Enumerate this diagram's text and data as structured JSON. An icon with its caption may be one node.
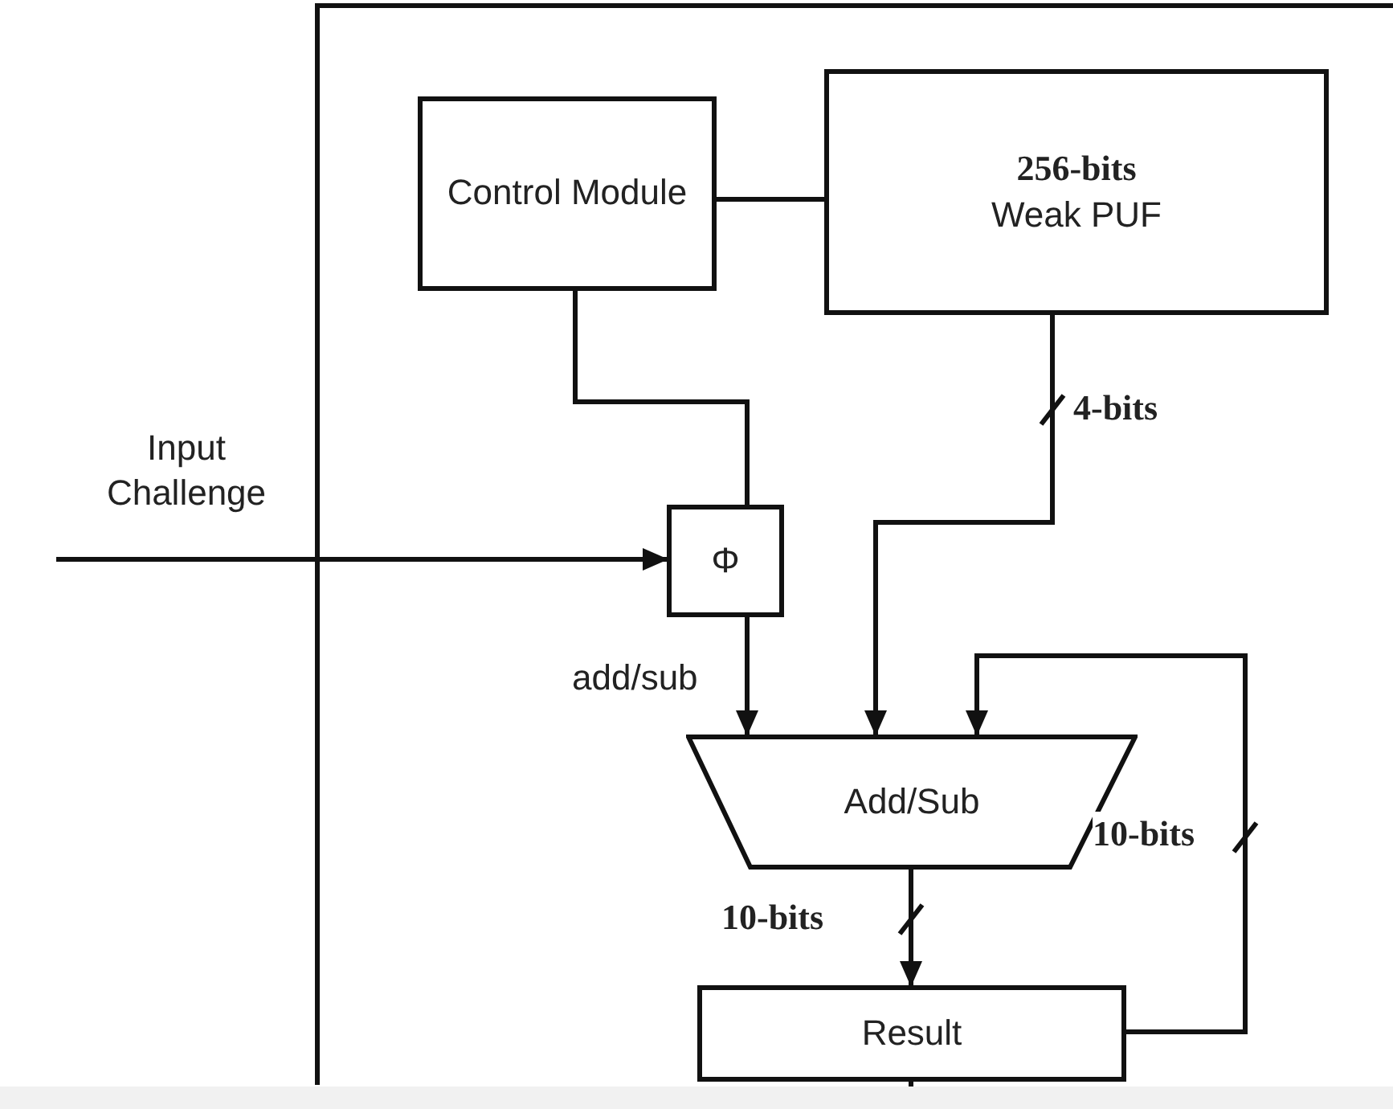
{
  "diagram": {
    "nodes": [
      {
        "text": [],
        "shape": "box"
      },
      {
        "text": [
          "Control Module"
        ],
        "in": 0
      },
      {
        "text": [
          "256-bits",
          "Weak PUF"
        ],
        "in": 0
      },
      {
        "text": [
          "Φ"
        ],
        "in": 0
      },
      {
        "text": [
          "Add/Sub"
        ],
        "in": 0
      },
      {
        "text": [
          "Result"
        ],
        "in": 0
      }
    ],
    "edges": [
      {
        "from": 1,
        "to": 2,
        "arrow": "none"
      },
      {
        "from": 1,
        "to": 3,
        "arrow": "none"
      },
      {
        "from": null,
        "to": 3,
        "arrow": "to",
        "label": "Input Challenge"
      },
      {
        "from": 2,
        "to": 4,
        "arrow": "to",
        "label": "4-bits"
      },
      {
        "from": 3,
        "to": 4,
        "arrow": "to",
        "label": "add/sub"
      },
      {
        "from": 4,
        "to": 5,
        "arrow": "to",
        "label": "10-bits"
      },
      {
        "from": 5,
        "to": 4,
        "arrow": "to",
        "label": "10-bits"
      },
      {
        "from": 5,
        "to": null,
        "arrow": "none"
      }
    ]
  }
}
